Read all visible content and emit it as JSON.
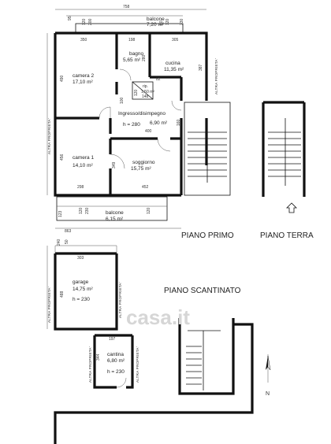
{
  "floors": {
    "first": "PIANO PRIMO",
    "ground": "PIANO TERRA",
    "basement": "PIANO SCANTINATO"
  },
  "rooms": {
    "balcone_top": {
      "name": "balcone",
      "area": "7,20 m²"
    },
    "camera2": {
      "name": "camera 2",
      "area": "17,10 m²"
    },
    "bagno": {
      "name": "bagno",
      "area": "5,65 m²"
    },
    "cucina": {
      "name": "cucina",
      "area": "11,35 m²"
    },
    "rip": {
      "name": "rip.",
      "area": "1,50 m²",
      "extra": "148"
    },
    "ingresso": {
      "name": "Ingresso/disimpegno",
      "area": "6,90 m²",
      "height": "h = 280"
    },
    "camera1": {
      "name": "camera 1",
      "area": "14,10 m²"
    },
    "soggiorno": {
      "name": "soggiorno",
      "area": "15,75 m²"
    },
    "balcone_bottom": {
      "name": "balcone",
      "area": "6,15 m²"
    },
    "garage": {
      "name": "garage",
      "area": "14,75 m²",
      "height": "h = 230"
    },
    "cantina": {
      "name": "cantina",
      "area": "6,80 m²",
      "height": "h = 230"
    }
  },
  "dims": {
    "top_total": "758",
    "d95": "95",
    "d120a": "120",
    "d200": "200",
    "d80": "80",
    "d120b": "120",
    "d230a": "230",
    "d350": "350",
    "d198": "198",
    "d305": "305",
    "d490": "490",
    "d387": "387",
    "d280": "280",
    "d82": "82",
    "d100": "100",
    "d120c": "120",
    "d400": "400",
    "d160": "160",
    "d456": "456",
    "d349": "349",
    "d298": "298",
    "d452": "452",
    "d123": "123",
    "d120d": "120",
    "d230b": "230",
    "d120e": "120",
    "bottom_total": "863",
    "d240": "240",
    "d50": "50",
    "d303": "303",
    "d488": "488",
    "d197": "197",
    "d344": "344"
  },
  "labels": {
    "altra_proprieta": "ALTRA PROPRIETA'",
    "north": "N"
  },
  "watermark": "casa.it"
}
